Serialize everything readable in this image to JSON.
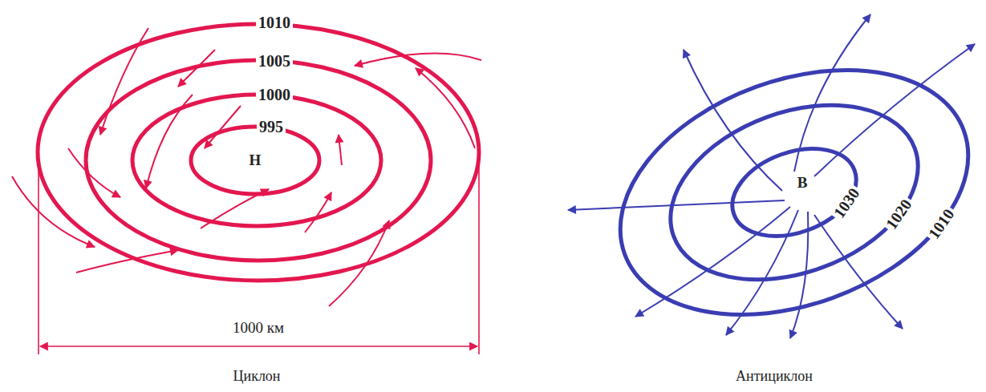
{
  "diagram": {
    "labels": [
      "1010",
      "1005",
      "1000",
      "995",
      "Н",
      "1000 км",
      "Циклон",
      "В",
      "1030",
      "1020",
      "1010",
      "Антициклон"
    ]
  }
}
